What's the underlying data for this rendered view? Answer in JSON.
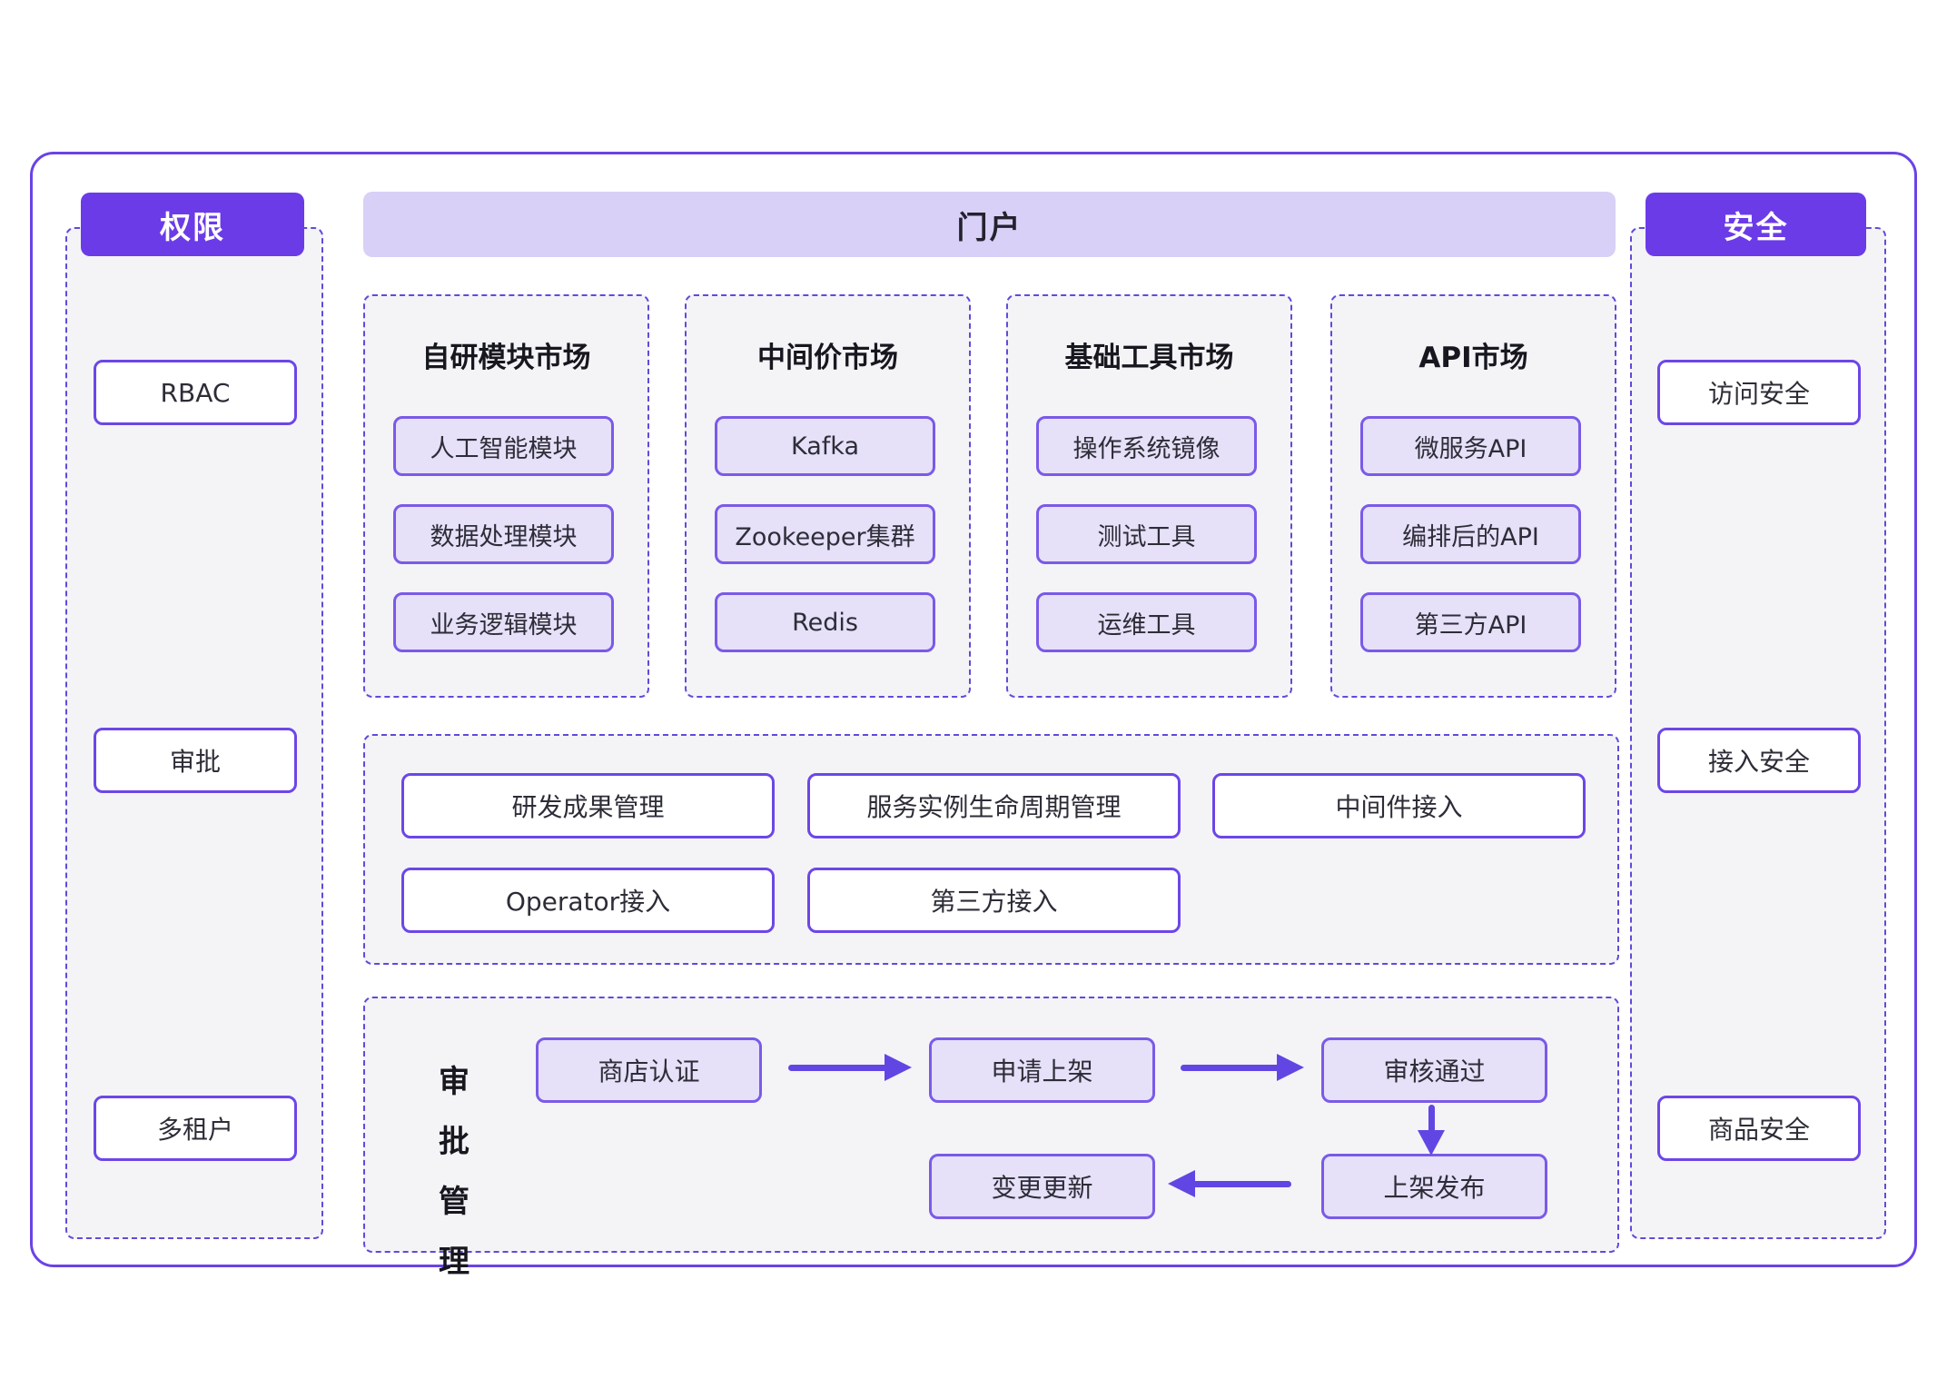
{
  "colors": {
    "accent_solid": "#6b3be8",
    "portal_bar_bg": "#d8d0f6",
    "lavender_fill": "#e6e0f8",
    "panel_fill": "#f4f4f7",
    "dashed_border": "#5f4bdb",
    "box_border": "#6c46e8",
    "arrow": "#6246e3",
    "text_dark": "#17171f"
  },
  "left_panel": {
    "header": "权限",
    "items": [
      "RBAC",
      "审批",
      "多租户"
    ]
  },
  "portal": {
    "header": "门户",
    "markets": [
      {
        "title": "自研模块市场",
        "items": [
          "人工智能模块",
          "数据处理模块",
          "业务逻辑模块"
        ]
      },
      {
        "title": "中间价市场",
        "items": [
          "Kafka",
          "Zookeeper集群",
          "Redis"
        ]
      },
      {
        "title": "基础工具市场",
        "items": [
          "操作系统镜像",
          "测试工具",
          "运维工具"
        ]
      },
      {
        "title": "API市场",
        "items": [
          "微服务API",
          "编排后的API",
          "第三方API"
        ]
      }
    ],
    "management": {
      "row1": [
        "研发成果管理",
        "服务实例生命周期管理",
        "中间件接入"
      ],
      "row2": [
        "Operator接入",
        "第三方接入"
      ]
    },
    "approval": {
      "label": "审批管理",
      "label_chars": [
        "审",
        "批",
        "管",
        "理"
      ],
      "nodes": [
        "商店认证",
        "申请上架",
        "审核通过",
        "上架发布",
        "变更更新"
      ]
    }
  },
  "right_panel": {
    "header": "安全",
    "items": [
      "访问安全",
      "接入安全",
      "商品安全"
    ]
  }
}
